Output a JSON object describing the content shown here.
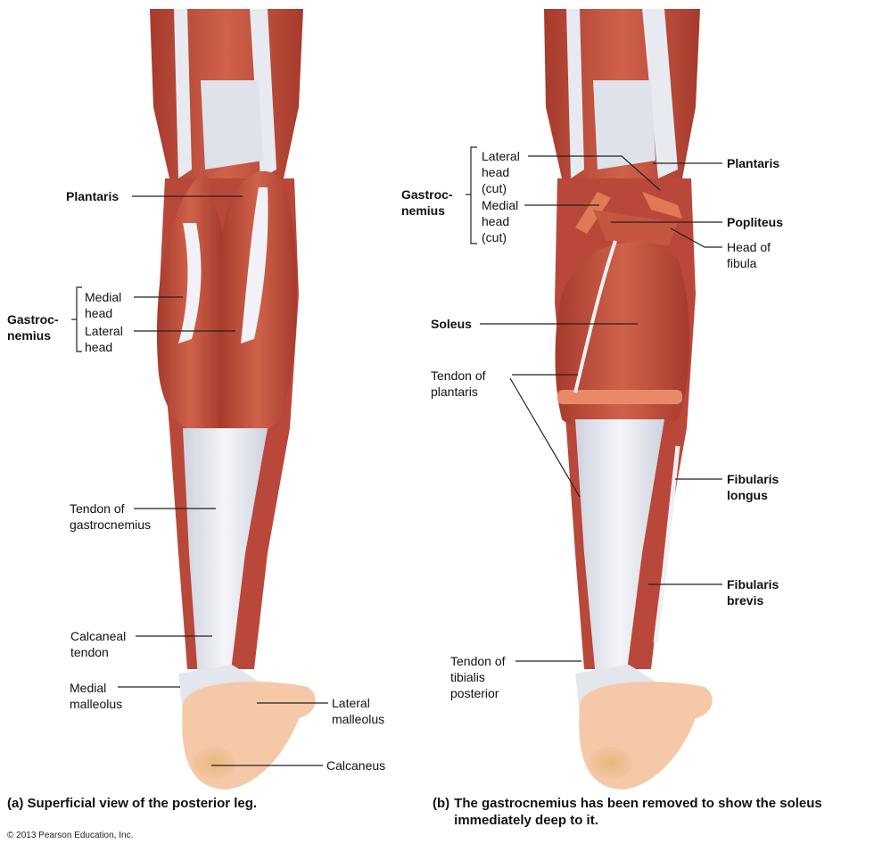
{
  "figure": {
    "panel_a": {
      "caption_letter": "(a)",
      "caption": "Superficial view of the posterior leg.",
      "labels": {
        "plantaris": "Plantaris",
        "gastrocnemius": "Gastroc-\nnemius",
        "medial_head": "Medial\nhead",
        "lateral_head": "Lateral\nhead",
        "tendon_of_gastrocnemius": "Tendon of\ngastrocnemius",
        "calcaneal_tendon": "Calcaneal\ntendon",
        "medial_malleolus": "Medial\nmalleolus",
        "lateral_malleolus": "Lateral\nmalleolus",
        "calcaneus": "Calcaneus"
      }
    },
    "panel_b": {
      "caption_letter": "(b)",
      "caption": "The gastrocnemius has been removed to show the soleus\nimmediately deep to it.",
      "labels": {
        "gastrocnemius": "Gastroc-\nnemius",
        "lateral_head_cut": "Lateral\nhead\n(cut)",
        "medial_head_cut": "Medial\nhead\n(cut)",
        "plantaris": "Plantaris",
        "popliteus": "Popliteus",
        "head_of_fibula": "Head of\nfibula",
        "soleus": "Soleus",
        "tendon_of_plantaris": "Tendon of\nplantaris",
        "fibularis_longus": "Fibularis\nlongus",
        "fibularis_brevis": "Fibularis\nbrevis",
        "tendon_of_tibialis_posterior": "Tendon of\ntibialis\nposterior"
      }
    },
    "copyright": "© 2013 Pearson Education, Inc.",
    "colors": {
      "muscle": "#c4523f",
      "muscle_dark": "#a63a2c",
      "tendon": "#e9ebf2",
      "skin": "#f5c7a6",
      "bone": "#e2b070",
      "leader": "#222222"
    }
  }
}
